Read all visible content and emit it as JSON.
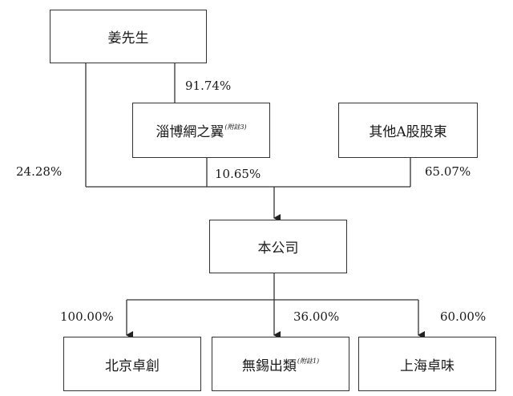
{
  "nodes": {
    "mr_jiang": "姜先生",
    "zibo_label": "淄博網之翼",
    "zibo_note": "(附註3)",
    "other_shareholders": "其他A股股東",
    "company": "本公司",
    "beijing": "北京卓創",
    "wuxi_label": "無錫出類",
    "wuxi_note": "(附註1)",
    "shanghai": "上海卓味"
  },
  "percentages": {
    "jiang_to_zibo": "91.74%",
    "jiang_to_company": "24.28%",
    "zibo_to_company": "10.65%",
    "others_to_company": "65.07%",
    "company_to_beijing": "100.00%",
    "company_to_wuxi": "36.00%",
    "company_to_shanghai": "60.00%"
  }
}
